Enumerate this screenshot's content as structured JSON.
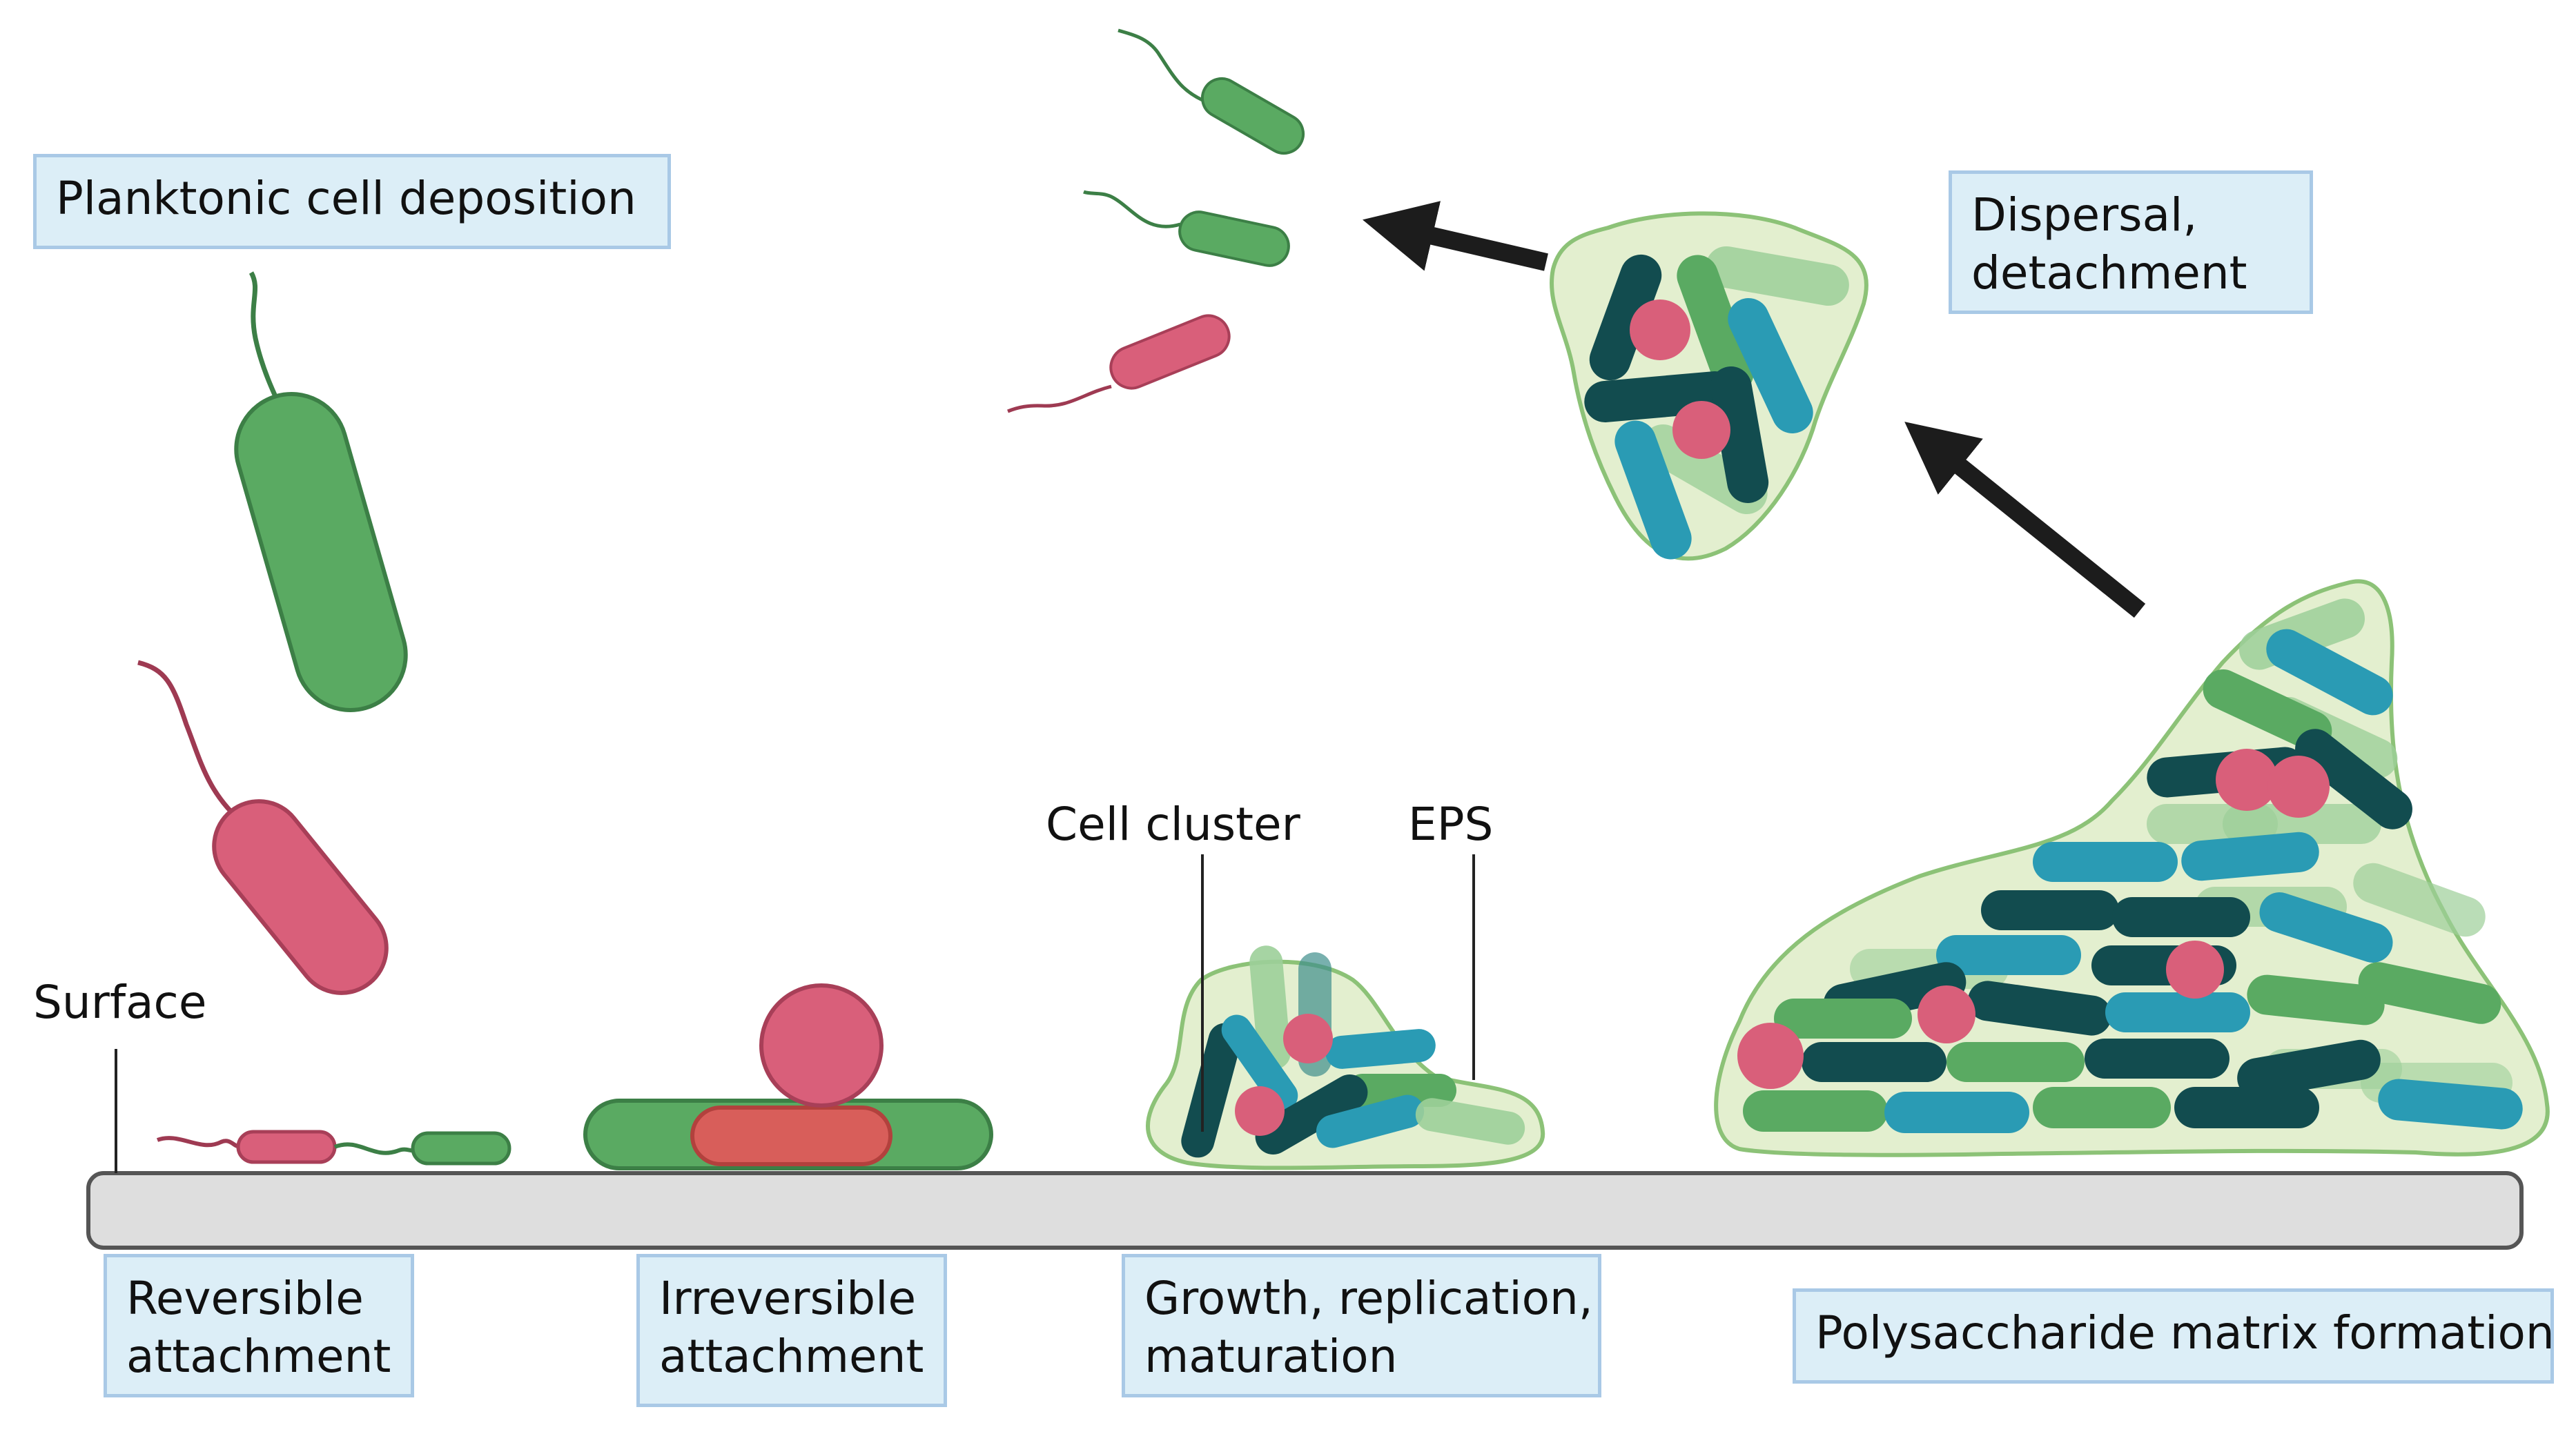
{
  "stages": {
    "planktonic": "Planktonic cell deposition",
    "dispersal": [
      "Dispersal,",
      "detachment"
    ],
    "reversible": [
      "Reversible",
      "attachment"
    ],
    "irreversible": [
      "Irreversible",
      "attachment"
    ],
    "growth": [
      "Growth, replication,",
      "maturation"
    ],
    "matrix": "Polysaccharide matrix formation"
  },
  "labels": {
    "surface": "Surface",
    "cell_cluster": "Cell cluster",
    "eps": "EPS"
  },
  "colors": {
    "green": "#5aaa62",
    "pink": "#d95f7a",
    "teal": "#2a9bb4",
    "dark_teal": "#124c4f",
    "eps_fill": "#e3efcf",
    "eps_stroke": "#8cc277",
    "surface": "#dedede",
    "box_fill": "#dceef7",
    "box_border": "#a9c9e6"
  }
}
